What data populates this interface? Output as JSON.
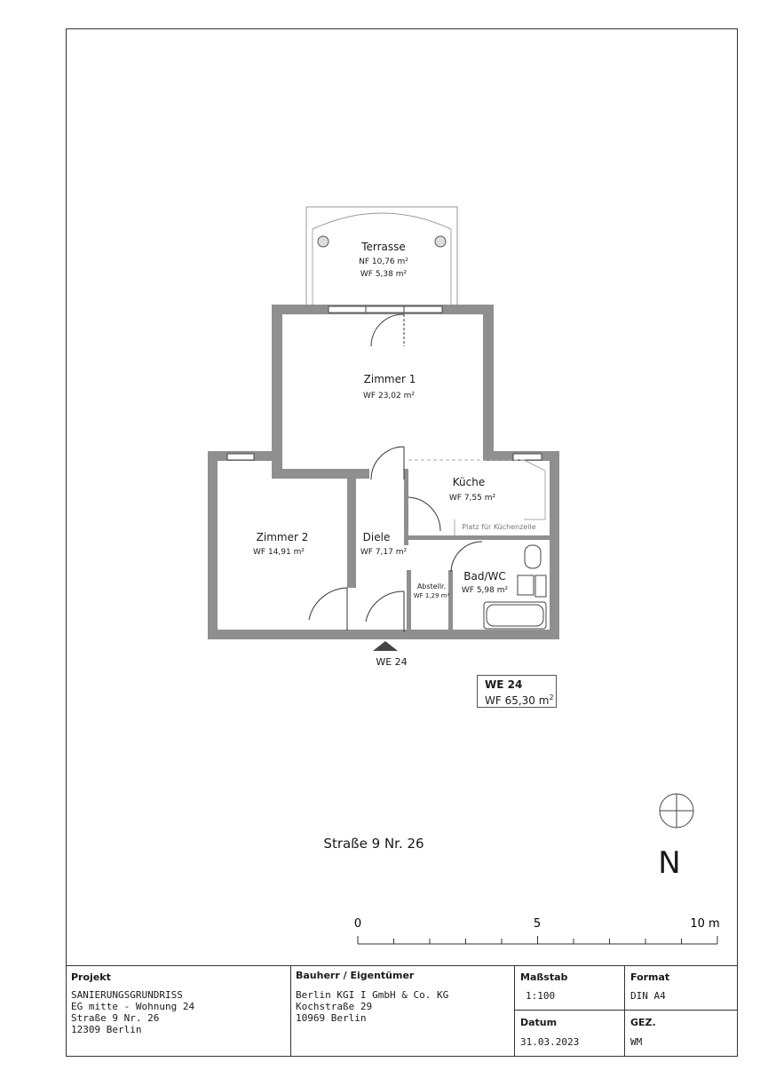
{
  "plan": {
    "rooms": [
      {
        "id": "terrasse",
        "name": "Terrasse",
        "lines": [
          "NF 10,76 m²",
          "WF 5,38 m²"
        ]
      },
      {
        "id": "zimmer1",
        "name": "Zimmer 1",
        "lines": [
          "WF 23,02 m²"
        ]
      },
      {
        "id": "zimmer2",
        "name": "Zimmer 2",
        "lines": [
          "WF 14,91 m²"
        ]
      },
      {
        "id": "diele",
        "name": "Diele",
        "lines": [
          "WF 7,17 m²"
        ]
      },
      {
        "id": "kueche",
        "name": "Küche",
        "lines": [
          "WF 7,55 m²"
        ]
      },
      {
        "id": "badwc",
        "name": "Bad/WC",
        "lines": [
          "WF 5,98 m²"
        ]
      },
      {
        "id": "abstellr",
        "name": "Abstellr.",
        "lines": [
          "WF 1,29 m²"
        ]
      }
    ],
    "kitchen_note": "Platz für Küchenzeile",
    "entrance_label": "WE 24",
    "unit_tag": {
      "title": "WE 24",
      "area_text": "WF 65,30 m",
      "area_unit_sup": "2"
    },
    "address_label": "Straße 9 Nr. 26",
    "north_label": "N",
    "scale_bar": {
      "labels": [
        "0",
        "5",
        "10 m"
      ]
    }
  },
  "title_block": {
    "projekt": {
      "heading": "Projekt",
      "lines": [
        "SANIERUNGSGRUNDRISS",
        "EG mitte - Wohnung 24",
        "Straße 9 Nr. 26",
        "12309 Berlin"
      ]
    },
    "bauherr": {
      "heading": "Bauherr / Eigentümer",
      "lines": [
        "Berlin KGI I GmbH & Co. KG",
        "Kochstraße 29",
        "10969 Berlin"
      ]
    },
    "massstab": {
      "heading": "Maßstab",
      "value": "1:100"
    },
    "format": {
      "heading": "Format",
      "value": "DIN A4"
    },
    "datum": {
      "heading": "Datum",
      "value": "31.03.2023"
    },
    "gez": {
      "heading": "GEZ.",
      "value": "WM"
    }
  }
}
